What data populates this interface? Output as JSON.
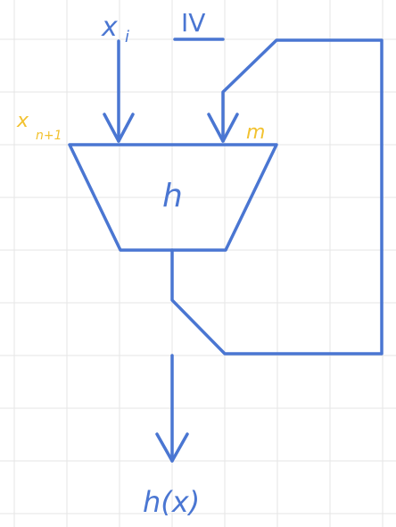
{
  "colors": {
    "background": "#ffffff",
    "grid": "#e6e6e6",
    "ink_blue": "#4a76d2",
    "ink_yellow": "#f2c230"
  },
  "labels": {
    "input_top": "x_i",
    "input_top_main": "x",
    "input_top_sub": "i",
    "iv": "IV",
    "left_yellow": "x_{n+1}",
    "left_yellow_main": "x",
    "left_yellow_sub": "n+1",
    "right_yellow": "m",
    "function": "h",
    "output": "h(x)"
  }
}
